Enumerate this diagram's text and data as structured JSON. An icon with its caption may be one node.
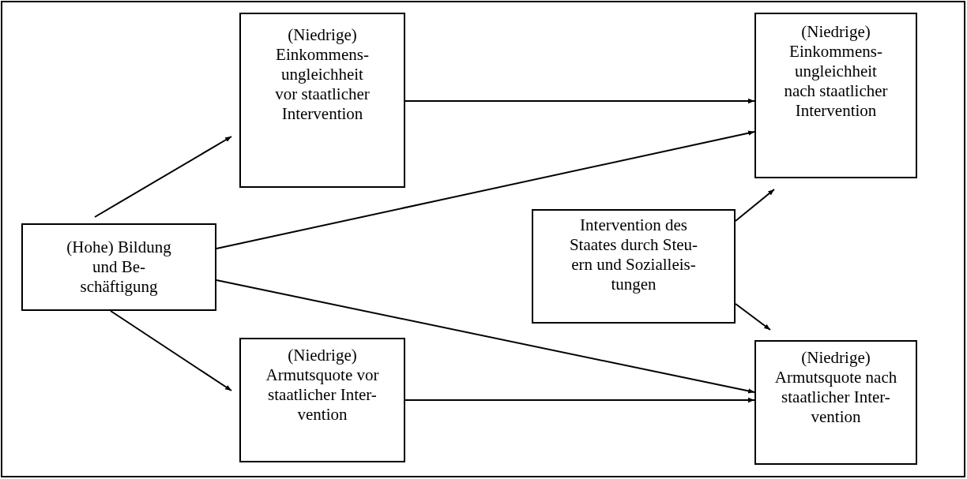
{
  "diagram": {
    "nodes": [
      {
        "text": [
          "(Niedrige) Einkommens- ungleichheit vor staatlicher Intervention"
        ]
      },
      {
        "text": [
          "(Niedrige) Einkommens- ungleichheit nach staatlicher Intervention"
        ]
      },
      {
        "text": [
          "(Hohe) Bildung und Be- schäftigung"
        ]
      },
      {
        "text": [
          "Intervention des Staates durch Steu- ern und Sozialleis- tungen"
        ]
      },
      {
        "text": [
          "(Niedrige) Armutsquote vor staatlicher Inter- vention"
        ]
      },
      {
        "text": [
          "(Niedrige) Armutsquote nach staatlicher Inter- vention"
        ]
      }
    ],
    "edges": [
      {
        "from": 2,
        "to": 0,
        "arrow": "to"
      },
      {
        "from": 0,
        "to": 1,
        "arrow": "to"
      },
      {
        "from": 2,
        "to": 1,
        "arrow": "to"
      },
      {
        "from": 2,
        "to": 5,
        "arrow": "to"
      },
      {
        "from": 2,
        "to": 4,
        "arrow": "to"
      },
      {
        "from": 4,
        "to": 5,
        "arrow": "to"
      },
      {
        "from": 3,
        "to": 1,
        "arrow": "to"
      },
      {
        "from": 3,
        "to": 5,
        "arrow": "to"
      }
    ]
  }
}
